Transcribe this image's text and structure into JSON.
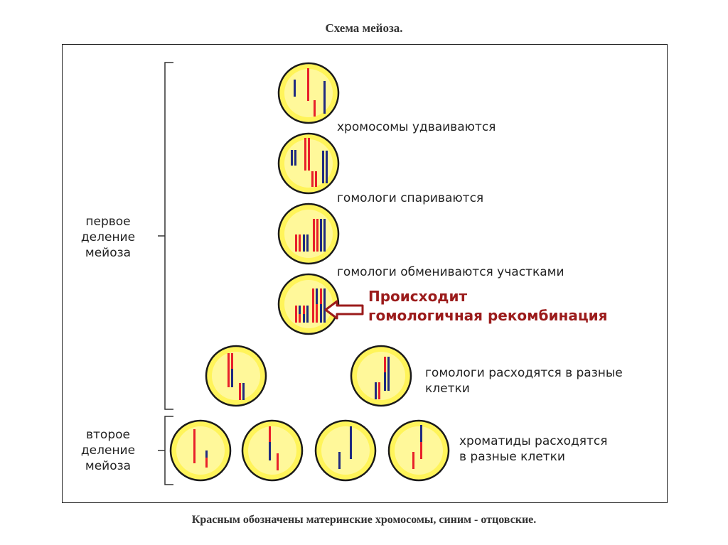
{
  "title": "Схема мейоза.",
  "footer": "Красным обозначены материнские хромосомы, синим - отцовские.",
  "phases": {
    "first": "первое\nделение\nмейоза",
    "second": "второе\nделение\nмейоза"
  },
  "steps": {
    "duplicate": "хромосомы удваиваются",
    "pair": "гомологи спариваются",
    "exchange": "гомологи обмениваются участками",
    "separate": "гомологи расходятся в разные\nклетки",
    "chromatids": "хроматиды расходятся\nв разные клетки"
  },
  "callout": "Происходит\nгомологичная рекомбинация",
  "colors": {
    "maternal": "#e8202a",
    "paternal": "#1f2a80",
    "cell_fill": "#fff45a",
    "cell_border": "#1a1a1a",
    "callout": "#9b1b1b"
  },
  "icons": [
    "bracket-first",
    "bracket-second",
    "arrow-left-icon"
  ]
}
